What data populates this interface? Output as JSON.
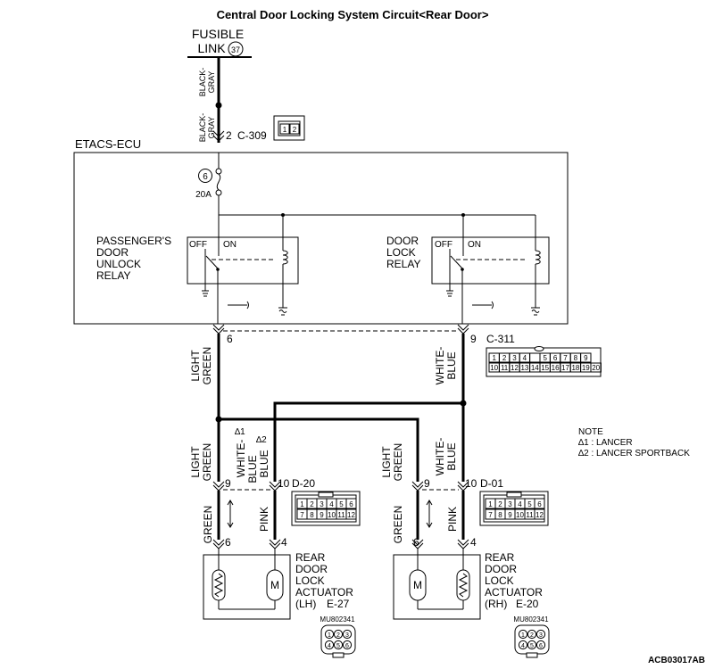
{
  "title": "Central Door Locking System Circuit<Rear Door>",
  "figure_id": "ACB03017AB",
  "fusible_link": {
    "label_1": "FUSIBLE",
    "label_2": "LINK",
    "number": "37"
  },
  "ecu": {
    "name": "ETACS-ECU",
    "fuse_number": "6",
    "fuse_rating": "20A"
  },
  "relays": {
    "passenger": {
      "lines": [
        "PASSENGER'S",
        "DOOR",
        "UNLOCK",
        "RELAY"
      ],
      "off": "OFF",
      "on": "ON"
    },
    "lock": {
      "lines": [
        "DOOR",
        "LOCK",
        "RELAY"
      ],
      "off": "OFF",
      "on": "ON"
    }
  },
  "wire_colors": {
    "black_gray": [
      "BLACK-",
      "GRAY"
    ],
    "light_green": [
      "LIGHT",
      "GREEN"
    ],
    "white_blue": [
      "WHITE-",
      "BLUE"
    ],
    "white_star1": "WHITE-",
    "star1": "∆1",
    "blue": "BLUE",
    "blue_star2": "BLUE",
    "star2": "∆2",
    "green": "GREEN",
    "pink": "PINK"
  },
  "connectors": {
    "c309": {
      "pin": "2",
      "name": "C-309",
      "cells": [
        "1",
        "2"
      ]
    },
    "c311": {
      "pin_left": "6",
      "pin_right": "9",
      "name": "C-311",
      "row1": [
        "1",
        "2",
        "3",
        "4",
        "",
        "5",
        "6",
        "7",
        "8",
        "9"
      ],
      "row2": [
        "10",
        "11",
        "12",
        "13",
        "14",
        "15",
        "16",
        "17",
        "18",
        "19",
        "20"
      ]
    },
    "d20": {
      "pin_left": "9",
      "pin_right": "10",
      "name": "D-20",
      "row1": [
        "1",
        "2",
        "3",
        "4",
        "5",
        "6"
      ],
      "row2": [
        "7",
        "8",
        "9",
        "10",
        "11",
        "12"
      ]
    },
    "d01": {
      "pin_left": "9",
      "pin_right": "10",
      "name": "D-01",
      "row1": [
        "1",
        "2",
        "3",
        "4",
        "5",
        "6"
      ],
      "row2": [
        "7",
        "8",
        "9",
        "10",
        "11",
        "12"
      ]
    },
    "e27": {
      "pin_left": "6",
      "pin_right": "4",
      "name": "E-27",
      "part": "MU802341",
      "pins": [
        "1",
        "2",
        "3",
        "4",
        "5",
        "6"
      ]
    },
    "e20": {
      "pin_left": "6",
      "pin_right": "4",
      "name": "E-20",
      "part": "MU802341",
      "pins": [
        "1",
        "2",
        "3",
        "4",
        "5",
        "6"
      ]
    }
  },
  "actuators": {
    "lh": {
      "lines": [
        "REAR",
        "DOOR",
        "LOCK",
        "ACTUATOR",
        "(LH)"
      ],
      "motor": "M"
    },
    "rh": {
      "lines": [
        "REAR",
        "DOOR",
        "LOCK",
        "ACTUATOR",
        "(RH)"
      ],
      "motor": "M"
    }
  },
  "note": {
    "heading": "NOTE",
    "items": [
      "∆1 : LANCER",
      "∆2 : LANCER SPORTBACK"
    ]
  }
}
